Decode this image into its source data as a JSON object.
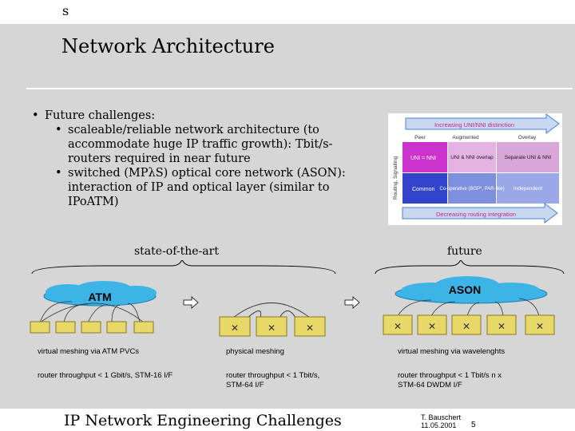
{
  "header": {
    "letter": "s"
  },
  "slide": {
    "title": "Network Architecture",
    "bullets": [
      "Future challenges:",
      "scaleable/reliable network architecture (to accommodate huge IP traffic growth): Tbit/s-routers required in near future",
      "switched (MPλS) optical core network (ASON): interaction of IP and optical layer (similar to IPoATM)"
    ],
    "matrix": {
      "top_arrow": "Increasing UNI/NNI distinction",
      "bottom_arrow": "Decreasing routing integration",
      "side_label": "Routing, Signalling",
      "columns": [
        "Peer",
        "Augmented",
        "Overlay"
      ],
      "row1": [
        "UNI = NNI",
        "UNI & NNI overlap",
        "Separate UNI & NNI"
      ],
      "row2": [
        "Common",
        "Co-operative (BGP*, PAR-like)",
        "Independent"
      ]
    },
    "labels": {
      "sota": "state-of-the-art",
      "future": "future"
    },
    "diagram": {
      "atm": "ATM",
      "ason": "ASON"
    },
    "captions": [
      {
        "title": "virtual meshing via ATM PVCs",
        "detail": "router throughput < 1 Gbit/s, STM-16 I/F"
      },
      {
        "title": "physical meshing",
        "detail": "router throughput < 1 Tbit/s, STM-64 I/F"
      },
      {
        "title": "virtual meshing via wavelenghts",
        "detail": "router throughput < 1 Tbit/s n x STM-64 DWDM I/F"
      }
    ],
    "footer": {
      "title": "IP Network Engineering Challenges",
      "author": "T. Bauschert",
      "date": "11.05.2001",
      "page": "5"
    }
  },
  "colors": {
    "slide_bg": "#d6d6d6",
    "matrix_magenta": "#cc33cc",
    "matrix_blue": "#3344cc",
    "arrow_blue": "#4a7fd6",
    "router_yellow": "#e8d86a"
  }
}
